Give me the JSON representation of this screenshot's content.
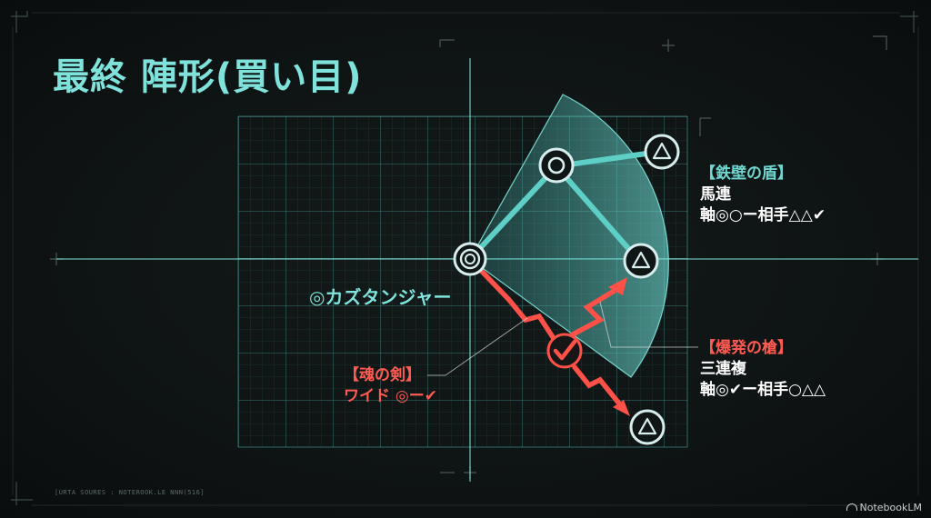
{
  "title": "最終 陣形(買い目)",
  "main_horse": "◎カズタンジャー",
  "labels": {
    "shield": [
      "【鉄壁の盾】",
      "馬連",
      "軸◎○ー相手△△✔"
    ],
    "spear": [
      "【爆発の槍】",
      "三連複",
      "軸◎✔ー相手○△△"
    ],
    "sword": [
      "【魂の剣】",
      "ワイド ◎ー✔"
    ]
  },
  "nodes": {
    "center": "◎",
    "circle": "○",
    "triangle": "△",
    "check": "✔"
  },
  "colors": {
    "teal": "#5ecfc7",
    "red": "#ff5148",
    "background": "#0f1414"
  },
  "footer": "[URTA SOURES : NOTEROOK.LE NNN(516]",
  "brand": "NotebookLM"
}
